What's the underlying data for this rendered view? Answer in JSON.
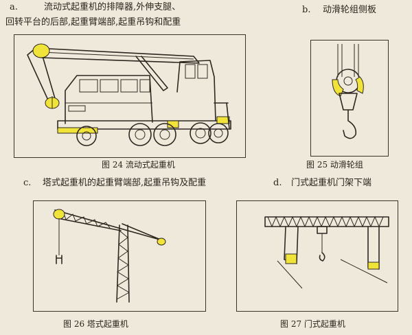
{
  "note_a": {
    "label": "a.",
    "line1": "流动式起重机的排障器,外伸支腿、",
    "line2": "回转平台的后部,起重臂端部,起重吊钩和配重"
  },
  "note_b": {
    "label": "b.",
    "text": "动滑轮组侧板"
  },
  "note_c": {
    "label": "c.",
    "text": "塔式起重机的起重臂端部,起重吊钩及配重"
  },
  "note_d": {
    "label": "d.",
    "text": "门式起重机门架下端"
  },
  "captions": {
    "fig24": "图 24    流动式起重机",
    "fig25": "图 25    动滑轮组",
    "fig26": "图 26    塔式起重机",
    "fig27": "图 27    门式起重机"
  },
  "colors": {
    "highlight": "#f0e43a",
    "paper": "#efe9dc",
    "ink": "#2e2720"
  }
}
